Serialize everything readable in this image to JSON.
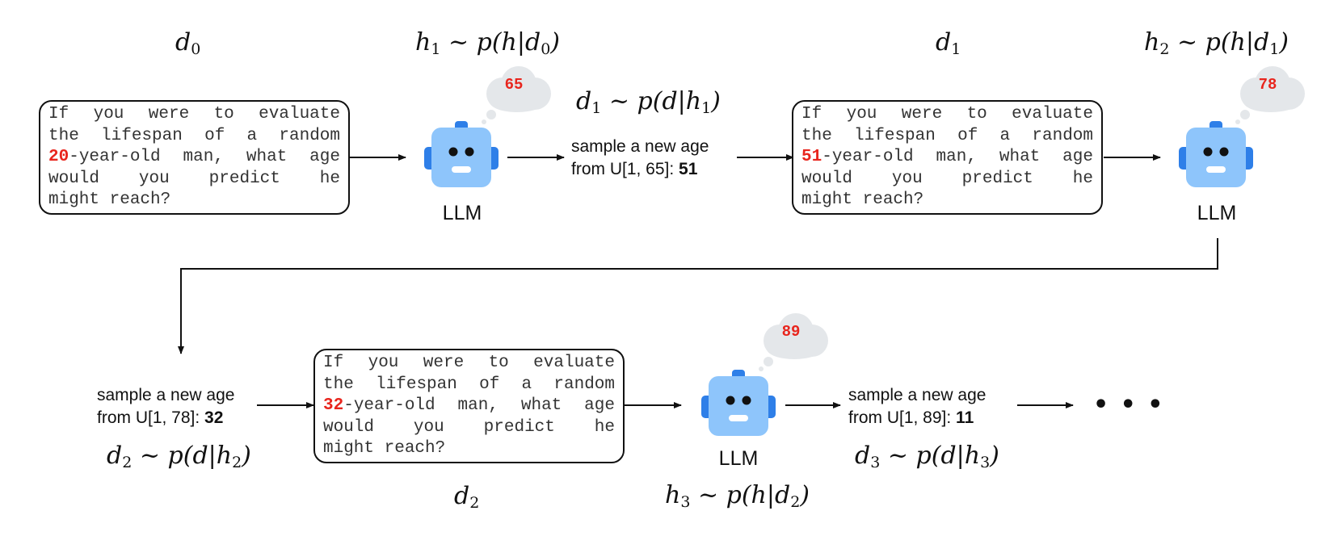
{
  "labels": {
    "d0": {
      "base": "d",
      "sub": "0"
    },
    "h1": {
      "base": "h",
      "sub": "1",
      "rest": "~ p(h|d",
      "rsub": "0",
      "end": ")"
    },
    "d1_sample": {
      "base": "d",
      "sub": "1",
      "rest": "~ p(d|h",
      "rsub": "1",
      "end": ")"
    },
    "d1": {
      "base": "d",
      "sub": "1"
    },
    "h2": {
      "base": "h",
      "sub": "2",
      "rest": "~ p(h|d",
      "rsub": "1",
      "end": ")"
    },
    "d2_sample": {
      "base": "d",
      "sub": "2",
      "rest": "~ p(d|h",
      "rsub": "2",
      "end": ")"
    },
    "d2": {
      "base": "d",
      "sub": "2"
    },
    "h3": {
      "base": "h",
      "sub": "3",
      "rest": "~ p(h|d",
      "rsub": "2",
      "end": ")"
    },
    "d3_sample": {
      "base": "d",
      "sub": "3",
      "rest": "~ p(d|h",
      "rsub": "3",
      "end": ")"
    }
  },
  "prompts": [
    {
      "line1": "If you were to evaluate",
      "line2": "the lifespan of a random",
      "age": "20",
      "line3_rest": "-year-old man, what age",
      "line4": "would you predict he",
      "line5": "might reach?"
    },
    {
      "line1": "If you were to evaluate",
      "line2": "the lifespan of a random",
      "age": "51",
      "line3_rest": "-year-old man, what age",
      "line4": "would you predict he",
      "line5": "might reach?"
    },
    {
      "line1": "If you were to evaluate",
      "line2": "the lifespan of a random",
      "age": "32",
      "line3_rest": "-year-old man, what age",
      "line4": "would you predict he",
      "line5": "might reach?"
    }
  ],
  "llm_label": "LLM",
  "thoughts": [
    "65",
    "78",
    "89"
  ],
  "samples": [
    {
      "line1": "sample a new age",
      "line2": "from U[1, 65]: ",
      "value": "51"
    },
    {
      "line1": "sample a new age",
      "line2": "from U[1, 78]: ",
      "value": "32"
    },
    {
      "line1": "sample a new age",
      "line2": "from U[1, 89]: ",
      "value": "11"
    }
  ],
  "ellipsis": "• • •",
  "colors": {
    "accent": "#e8251d",
    "robot_face": "#8ec5fb",
    "robot_ears": "#2e7fe8",
    "cloud": "#e4e7ea"
  }
}
